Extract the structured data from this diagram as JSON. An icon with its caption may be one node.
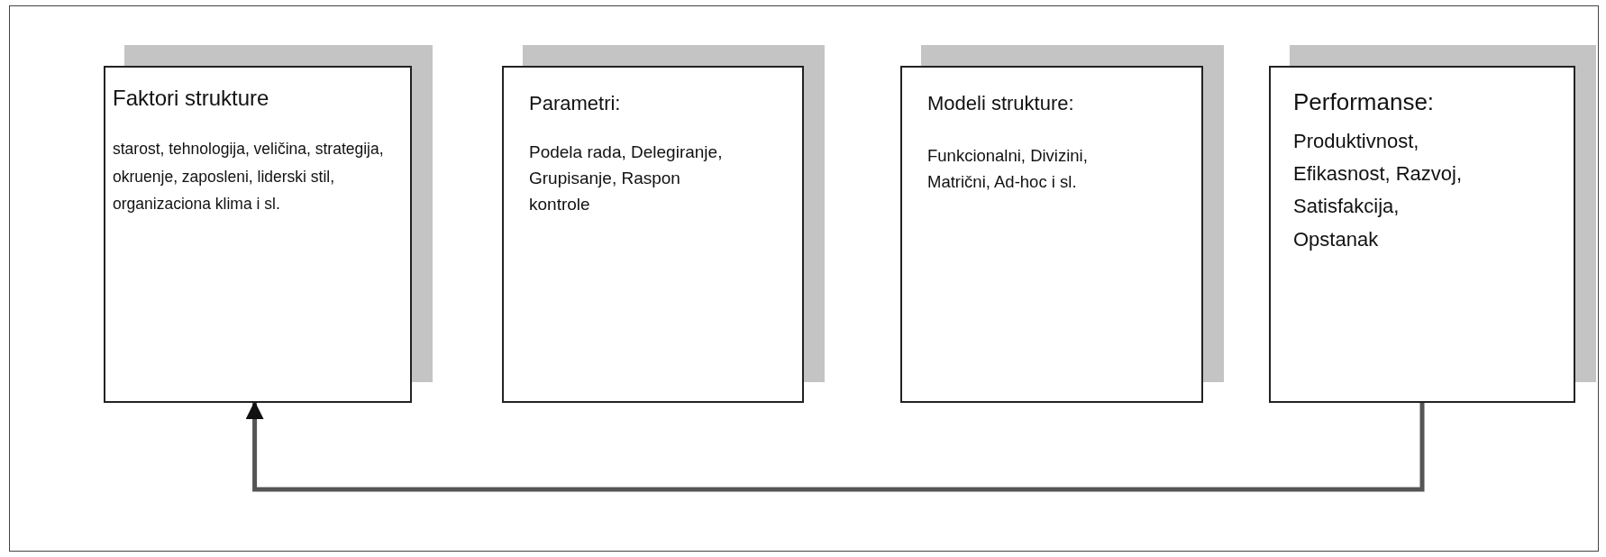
{
  "diagram": {
    "nodes": [
      {
        "text": [
          "Faktori strukture",
          "starost, tehnologija, veličina, strategija, okruenje, zaposleni, liderski stil, organizaciona klima i sl."
        ]
      },
      {
        "text": [
          "Parametri:",
          "Podela rada, Delegiranje, Grupisanje, Raspon kontrole"
        ]
      },
      {
        "text": [
          "Modeli strukture:",
          "Funkcionalni, Divizini,   Matrični, Ad-hoc i sl."
        ]
      },
      {
        "text": [
          "Performanse:",
          "Produktivnost, Efikasnost, Razvoj, Satisfakcija, Opstanak"
        ]
      }
    ],
    "edges": [
      {
        "from": 3,
        "to": 0,
        "arrow": "to"
      }
    ]
  }
}
